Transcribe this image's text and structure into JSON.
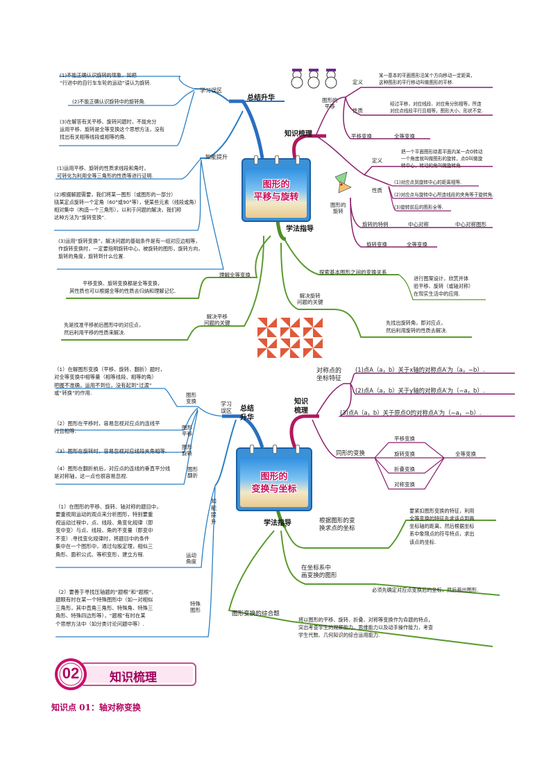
{
  "map1": {
    "center_title": "图形的\n平移与旋转",
    "branches": {
      "summary": "总结升华",
      "knowledge": "知识梳理",
      "method": "学法指导"
    },
    "summary": {
      "misconception_label": "学习误区",
      "ability_label": "知能提升",
      "m1": "(1)不能正确认识旋转的现象，如把\n“行进中的自行车车轮的运动”误认为旋转.",
      "m2": "(2)不能正确认识旋转中的旋转角.",
      "m3": "(3)在解答有关平移、旋转问题时，不能充分\n运用平移、旋转是全等变换这个思想方法，没有\n找出有关相等线段或相等的角.",
      "a1": "(1)运用平移、旋转的性质求线段和角时，\n可转化为利用全等三角形的性质等进行证明.",
      "a2": "(2)根据解题需要，我们将某一图形（或图形的一部分）\n绕某定点旋转一个定角（60°或90°等），使某些元素（线段或角）\n相对集中（构造一个三角形），以利于问题的解决，我们称\n这种方法为“旋转变换”.",
      "a3": "(3)运用“旋转变换”，解决问题的基础条件是有一组对应边相等，\n作旋转变换时，一定要指明旋转中心，被旋转的图形，旋转方向，\n旋转的角度，旋转到什么位置."
    },
    "knowledge": {
      "translation": "图形的\n平移",
      "t_def_label": "定义",
      "t_def": "某一基本的平面图形沿某个方向移动一定距离，\n这种图形的平行移动叫做图形的平移.",
      "t_prop_label": "性质",
      "t_prop": "经过平移，对应线段、对应角分别相等，所连\n对应点线段平行且相等，图形大小、形状不变.",
      "t_trans_label": "平移变换",
      "t_trans": "全等变换",
      "rotation": "图形的\n旋转",
      "r_def_label": "定义",
      "r_def": "把一个平面图形绕着平面内某一点O转动\n一个角度就叫做图形的旋转，点O叫做旋\n转中心，转动的角叫做旋转角.",
      "r_prop_label": "性质",
      "r_p1": "(1)对应点到旋转中心的距离相等.",
      "r_p2": "(2)对应点与旋转中心所连线段的夹角等于旋转角.",
      "r_p3": "(3)旋转前后的图形全等.",
      "r_special_label": "旋转的特例",
      "r_special": "中心对称",
      "r_special2": "中心对称图形",
      "r_trans_label": "旋转变换",
      "r_trans": "全等变换"
    },
    "method": {
      "explore": "探索基本图形之间的变换关系",
      "explore_text": "进行图案设计，欣赏并体\n验平移、旋转（或轴对称）\n在现实生活中的应用.",
      "key": "解决旋转\n问题的关键",
      "key_text": "先找出旋转角，即对应点，\n然后利用旋转的性质去解决.",
      "understand": "理解全等变换",
      "understand_text": "平移变换、旋转变换都是全等变换，\n其性质也可以根据全等的性质去归纳和理解记忆.",
      "solve": "解决平移\n问题的关键",
      "solve_text": "先是找准平移前后图形中的对应点，\n然后利用平移的性质来解决."
    }
  },
  "map2": {
    "center_title": "图形的\n变换与坐标",
    "branches": {
      "summary": "总结\n升华",
      "knowledge": "知识\n梳理",
      "method": "学法指导"
    },
    "summary": {
      "misconception_label": "学习\n误区",
      "ability_label": "知\n能\n提\n升",
      "c_label": "图形\n变换",
      "c1": "（1）在解图形变换（平移、旋转、翻折）题时，\n对全等变换中相等量（相等线段、相等的角）\n把握不准确，运用不到位，没有起到“过渡”\n或“转换”的作用.",
      "p_label": "图形\n平移",
      "c2": "（2）图形在平移时，容易忽视对应点的连线平\n行且相等.",
      "r_label": "图形\n旋转",
      "c3": "（3）图形在旋转时，容易忽视对应线段夹角相等.",
      "f_label": "图形\n翻折",
      "c4": "（4）图形在翻折前后，对应点的连线的垂直平分线\n是对称轴，这一点也很容易忽视.",
      "move_label": "运动\n角度",
      "s1": "（1）在图形的平移、旋转、轴对称的题目中，\n要重视用运动的观点来分析图形，特别要重\n视运动过程中，点、线段、角变化规律（即\n变中变）与点、线段、角的不变量（即变中\n不变）.寻找变化规律时，将题目中的条件\n集中在一个图形中，通过勾股定理，相似三\n角形、面积公式、等积变形，建立方程.",
      "special_label": "特殊\n图形",
      "s2": "（2）要善于寻找压轴题的“题根”和“题根”、\n题眼有时在某一个特殊图形中（如一对相似\n三角形，其中直角三角形、特殊角、特殊三\n角形、特殊四边形等），“题根”有时在某\n个思想方法中（如分类讨论问题中等）."
    },
    "knowledge": {
      "sym_label": "对称点的\n坐标特征",
      "sym1": "(1)点A（a，b）关于x轴的对称点A′为（a，−b）.",
      "sym2": "(2)点A（a，b）关于y轴的对称点A′为（−a，b）.",
      "sym3": "(3)点A（a，b）关于原点O的对称点A′为（−a，−b）.",
      "same_label": "同形的变换",
      "tr1": "平移变换",
      "tr2": "旋转变换",
      "tr3": "折叠变换",
      "tr4": "对称变换",
      "same_result": "全等变换"
    },
    "method": {
      "find_label": "根据图形的变\n换求点的坐标",
      "find_text": "要紧扣图形变换的特征，利用\n全等变换的特征先求该点到两\n坐标轴的距离，然后根据坐标\n系中象限点的符号特点，求出\n该点的坐标.",
      "draw_label": "在坐标系中\n画变换的图形",
      "draw_text": "必须先确定对应点变换后的坐标，然后画出图形.",
      "comp_label": "图形变换的综合题",
      "comp_text": "将以图形的平移、旋转、折叠、对称等变换作为命题的特点，\n突出考查学生的观察能力、思维能力以及动手操作能力，考查\n学生代数、几何知识的综合运用能力."
    }
  },
  "section": {
    "number": "02",
    "title": "知识梳理"
  },
  "point_title": "知识点 01：轴对称变换",
  "colors": {
    "blue": "#2a7fc4",
    "green": "#5a9a2e",
    "magenta": "#b01a5e",
    "purple": "#8a1f6a"
  }
}
